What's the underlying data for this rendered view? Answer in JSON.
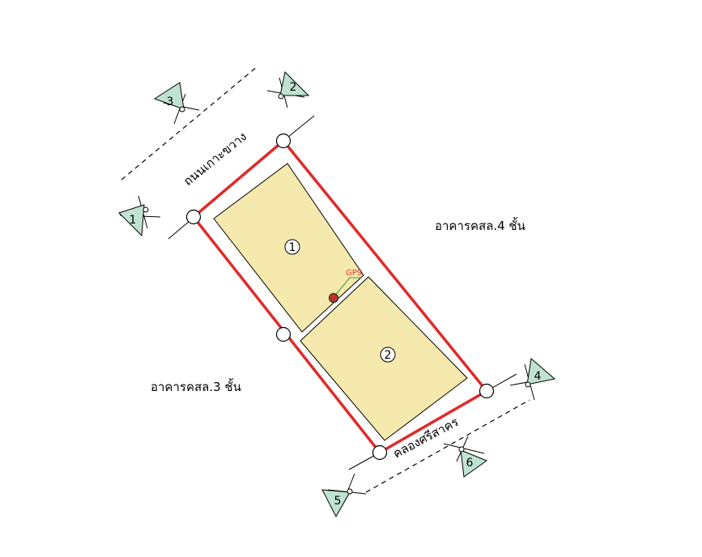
{
  "labels": {
    "road_top": "ถนนเกาะขวาง",
    "canal_bottom": "คลองศรีสาคร",
    "building_right": "อาคารคสล.4 ชั้น",
    "building_left": "อาคารคสล.3 ชั้น",
    "gps": "GPS"
  },
  "parcels": [
    {
      "label": "1"
    },
    {
      "label": "2"
    }
  ],
  "photo_points": [
    "1",
    "2",
    "3",
    "4",
    "5",
    "6"
  ],
  "colors": {
    "boundary": "#e02a2a",
    "parcel_fill": "#f6e9ad",
    "marker_fill": "#bfe3d0",
    "gps_point": "#c4302b",
    "gps_leader": "#3c9a3c"
  }
}
